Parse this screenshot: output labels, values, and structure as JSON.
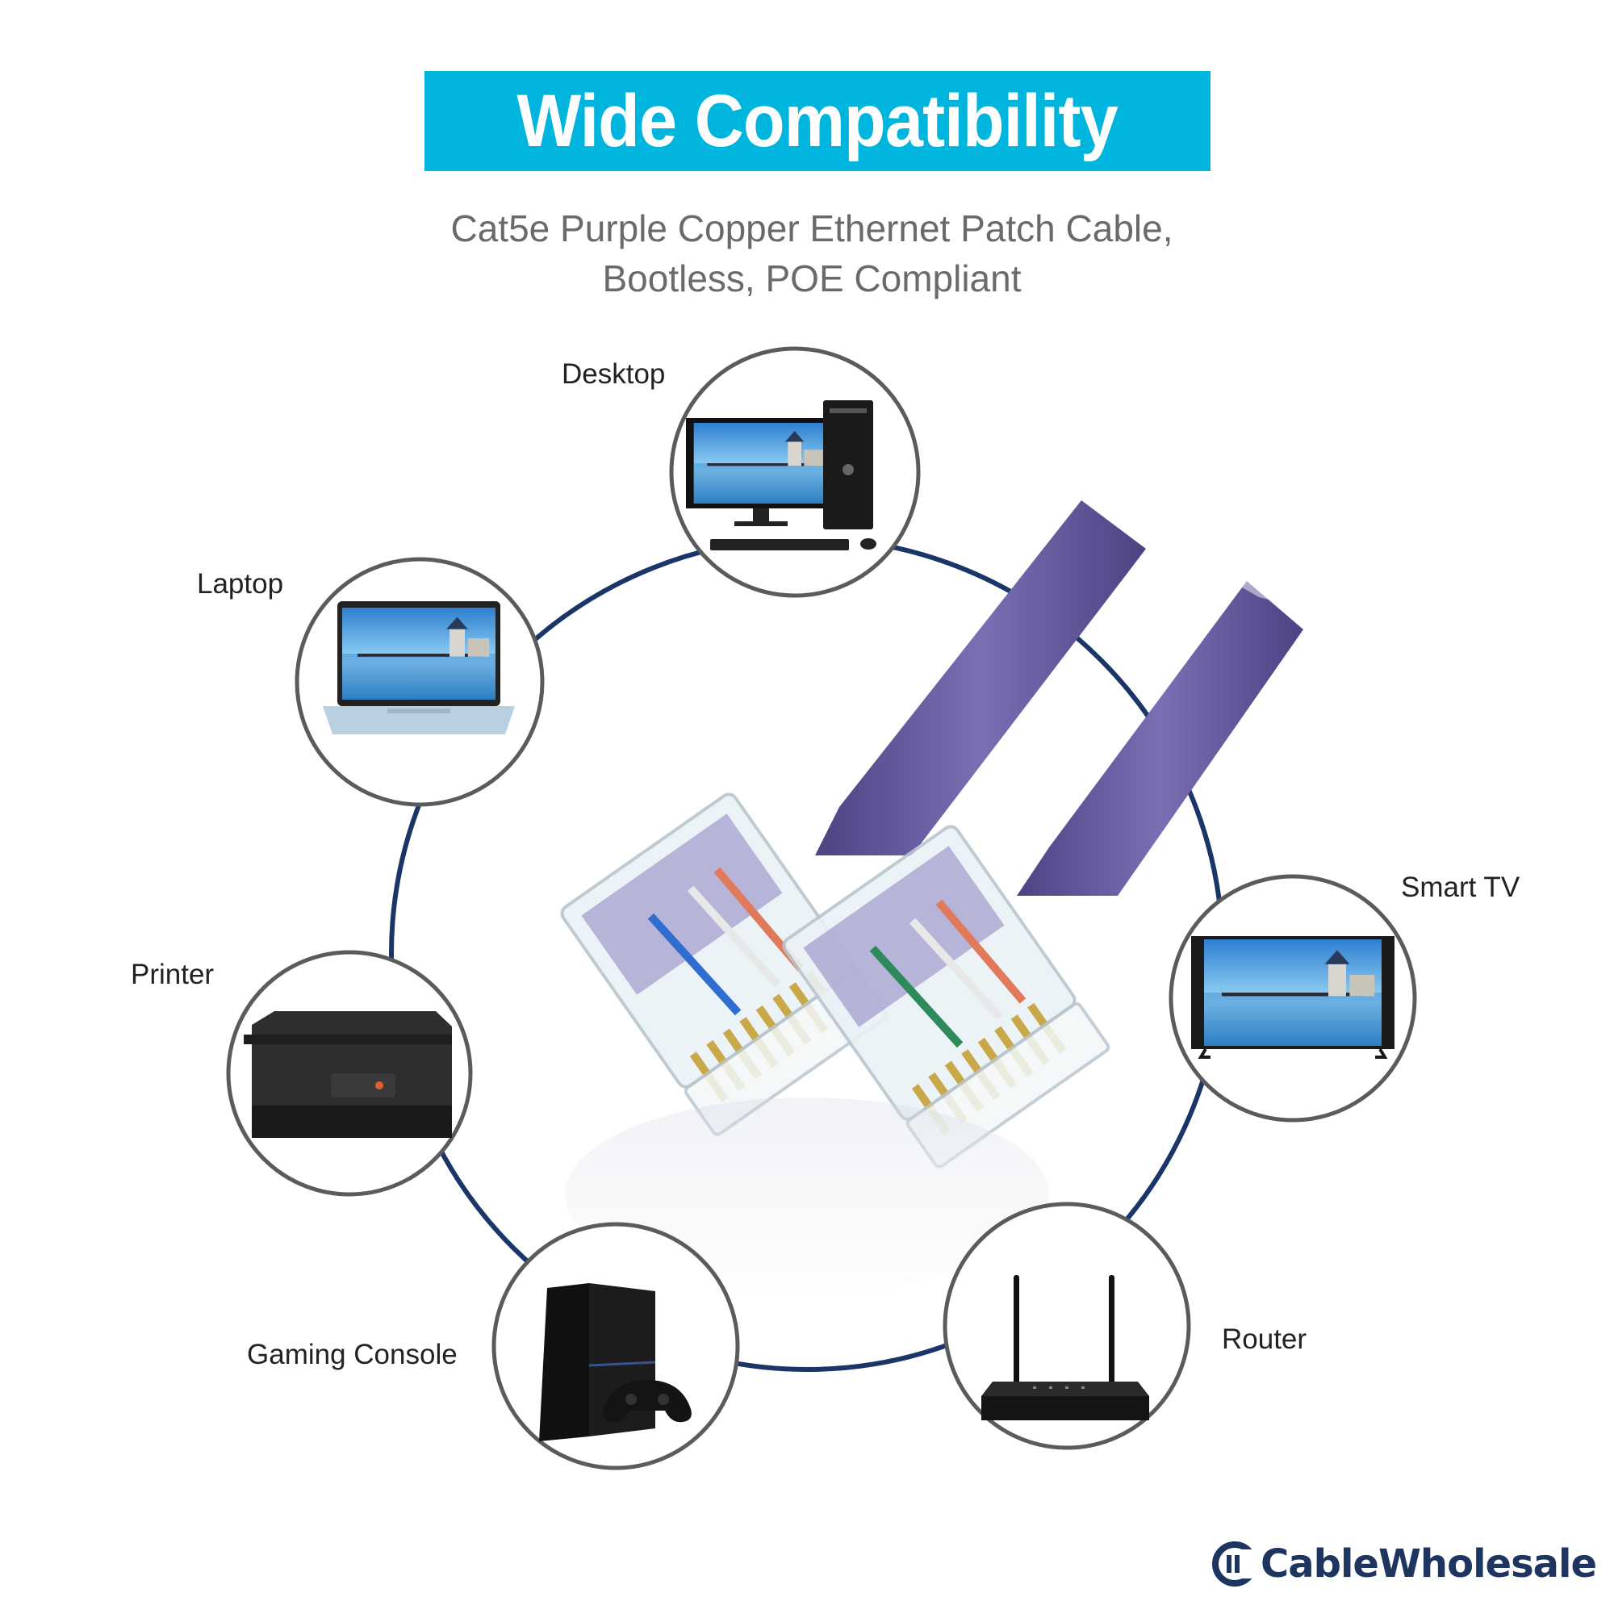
{
  "banner": {
    "title": "Wide Compatibility",
    "color": "#00b5dd"
  },
  "subtitle": {
    "line1": "Cat5e Purple Copper Ethernet Patch Cable,",
    "line2": "Bootless, POE Compliant"
  },
  "devices": [
    {
      "label": "Desktop",
      "icon": "desktop-computer-icon"
    },
    {
      "label": "Laptop",
      "icon": "laptop-icon"
    },
    {
      "label": "Printer",
      "icon": "printer-icon"
    },
    {
      "label": "Gaming Console",
      "icon": "gaming-console-icon"
    },
    {
      "label": "Router",
      "icon": "router-icon"
    },
    {
      "label": "Smart TV",
      "icon": "smart-tv-icon"
    }
  ],
  "product": {
    "cable_color": "#6a5fa0",
    "ring_color": "#1a3668",
    "icon": "rj45-connector-icon"
  },
  "brand": {
    "name": "CableWholesale",
    "icon": "cablewholesale-logo-icon"
  }
}
